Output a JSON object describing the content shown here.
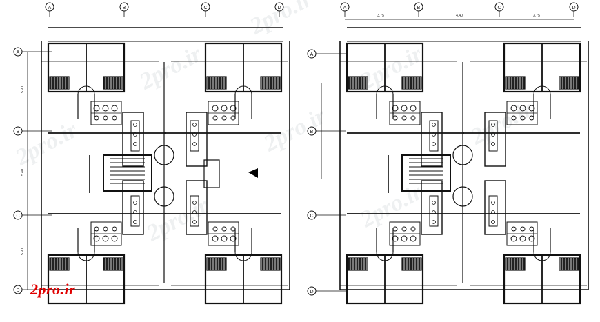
{
  "watermark": {
    "text": "2pro.ir",
    "color": "#e00000"
  },
  "grid_labels": {
    "columns": [
      "A",
      "B",
      "C",
      "D"
    ],
    "rows": [
      "A",
      "B",
      "C",
      "D"
    ]
  },
  "dimensions": {
    "left_side": [
      "5.90",
      "5.40",
      "5.90"
    ],
    "right_top": [
      "3.75",
      "4.40",
      "3.75"
    ]
  },
  "colors": {
    "lines": "#111111",
    "background": "#ffffff"
  }
}
